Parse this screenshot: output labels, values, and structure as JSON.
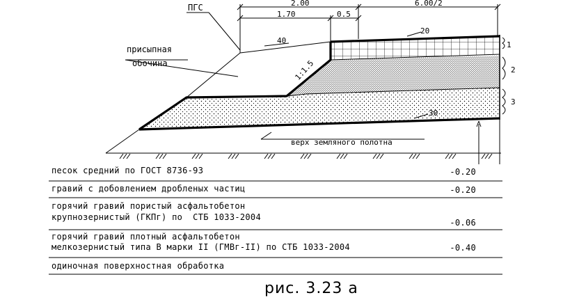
{
  "labels": {
    "pgs": "ПГС",
    "shoulder_line1": "присыпная",
    "shoulder_line2": "обочина",
    "slope": "1:1.5",
    "subgrade_top": "верх земляного полотна"
  },
  "dimensions": {
    "top_total": "2.00",
    "half_width": "6.00/2",
    "left_part": "1.70",
    "right_part": "0.5",
    "dim_40": "40",
    "dim_20": "20",
    "dim_30": "30"
  },
  "layer_markers": [
    "1",
    "2",
    "3"
  ],
  "legend": [
    {
      "lines": [
        "песок средний по ГОСТ 8736-93"
      ],
      "value": "-0.20"
    },
    {
      "lines": [
        "гравий с добовлением дробленых частиц"
      ],
      "value": "-0.20"
    },
    {
      "lines": [
        "горячий гравий пористый асфальтобетон",
        "крупнозернистый (ГКПг) по  СТБ 1033-2004"
      ],
      "value": "-0.06"
    },
    {
      "lines": [
        "горячий гравий плотный асфальтобетон",
        "мелкозернистый типа В марки II (ГМВг-II) по СТБ 1033-2004"
      ],
      "value": "-0.40"
    },
    {
      "lines": [
        "одиночная поверхностная обработка"
      ],
      "value": ""
    }
  ],
  "caption": "рис. 3.23 а"
}
